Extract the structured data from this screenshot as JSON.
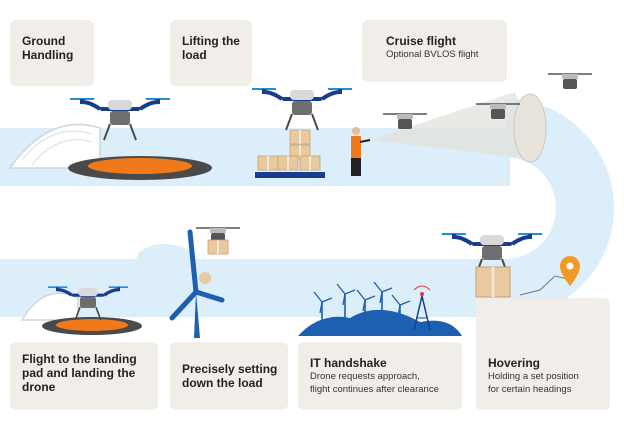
{
  "cards": {
    "ground_handling": {
      "title_line1": "Ground",
      "title_line2": "Handling"
    },
    "lifting": {
      "title_line1": "Lifting the",
      "title_line2": "load"
    },
    "cruise": {
      "title": "Cruise flight",
      "subtitle": "Optional BVLOS flight"
    },
    "landing": {
      "title_line1": "Flight to the landing",
      "title_line2": "pad and landing the",
      "title_line3": "drone"
    },
    "setting": {
      "title_line1": "Precisely setting",
      "title_line2": "down the load"
    },
    "it_handshake": {
      "title": "IT handshake",
      "subtitle_line1": "Drone requests approach,",
      "subtitle_line2": "flight continues after clearance"
    },
    "hovering": {
      "title": "Hovering",
      "subtitle_line1": "Holding a set position",
      "subtitle_line2": "for certain headings"
    }
  },
  "colors": {
    "drone_blue": "#1a3c8c",
    "rotor_blue": "#1e8fd8",
    "path_light_blue": "#dbeef9",
    "pad_orange": "#f07a1a",
    "box_tan": "#e8c9a0",
    "card_bg": "#f1eeea",
    "pin_orange": "#f39a26"
  },
  "icons": [
    "drone-icon",
    "hangar-icon",
    "landing-pad-icon",
    "parcel-icon",
    "operator-icon",
    "wind-turbine-icon",
    "radio-tower-icon",
    "location-pin-icon",
    "cloud-icon"
  ]
}
